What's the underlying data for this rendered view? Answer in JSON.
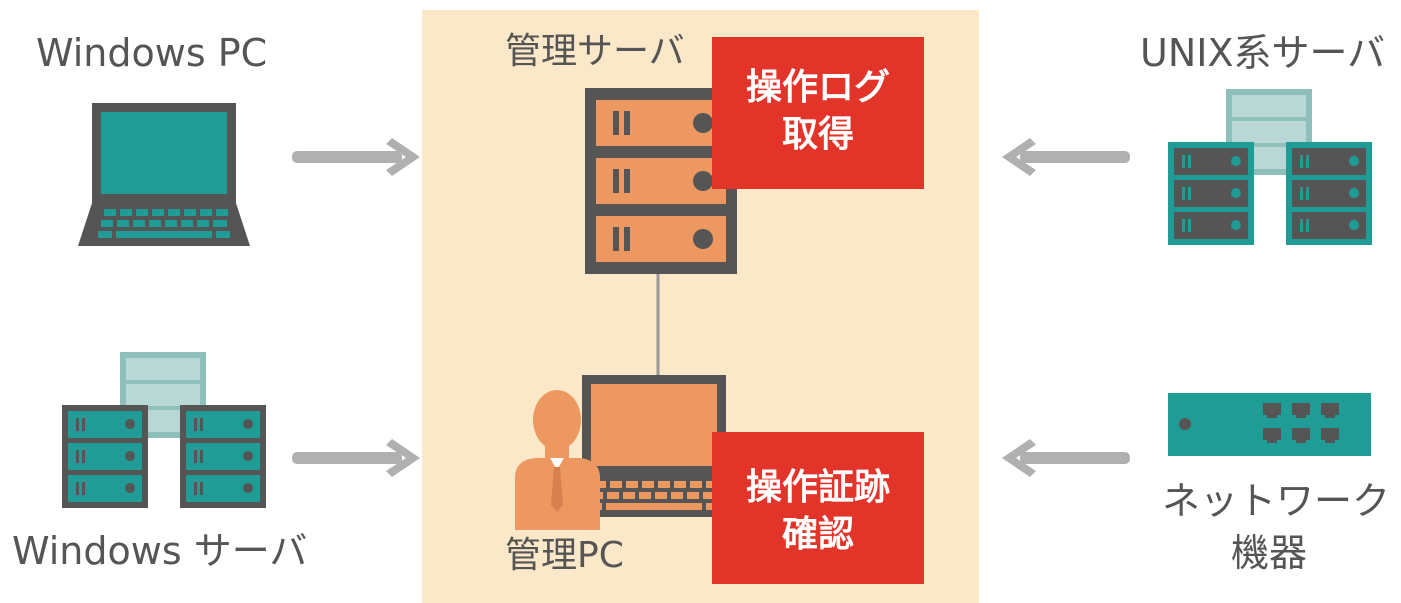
{
  "labels": {
    "windows_pc": "Windows PC",
    "windows_server": "Windows サーバ",
    "management_server": "管理サーバ",
    "management_pc": "管理PC",
    "unix_server": "UNIX系サーバ",
    "network_device_line1": "ネットワーク",
    "network_device_line2": "機器"
  },
  "boxes": {
    "log_acquisition_line1": "操作ログ",
    "log_acquisition_line2": "取得",
    "trail_check_line1": "操作証跡",
    "trail_check_line2": "確認"
  },
  "colors": {
    "panel": "#fbe8c9",
    "red": "#e3342a",
    "teal": "#1f9c96",
    "dark": "#555555",
    "orange": "#ee9861",
    "arrow": "#b0b0b0"
  }
}
